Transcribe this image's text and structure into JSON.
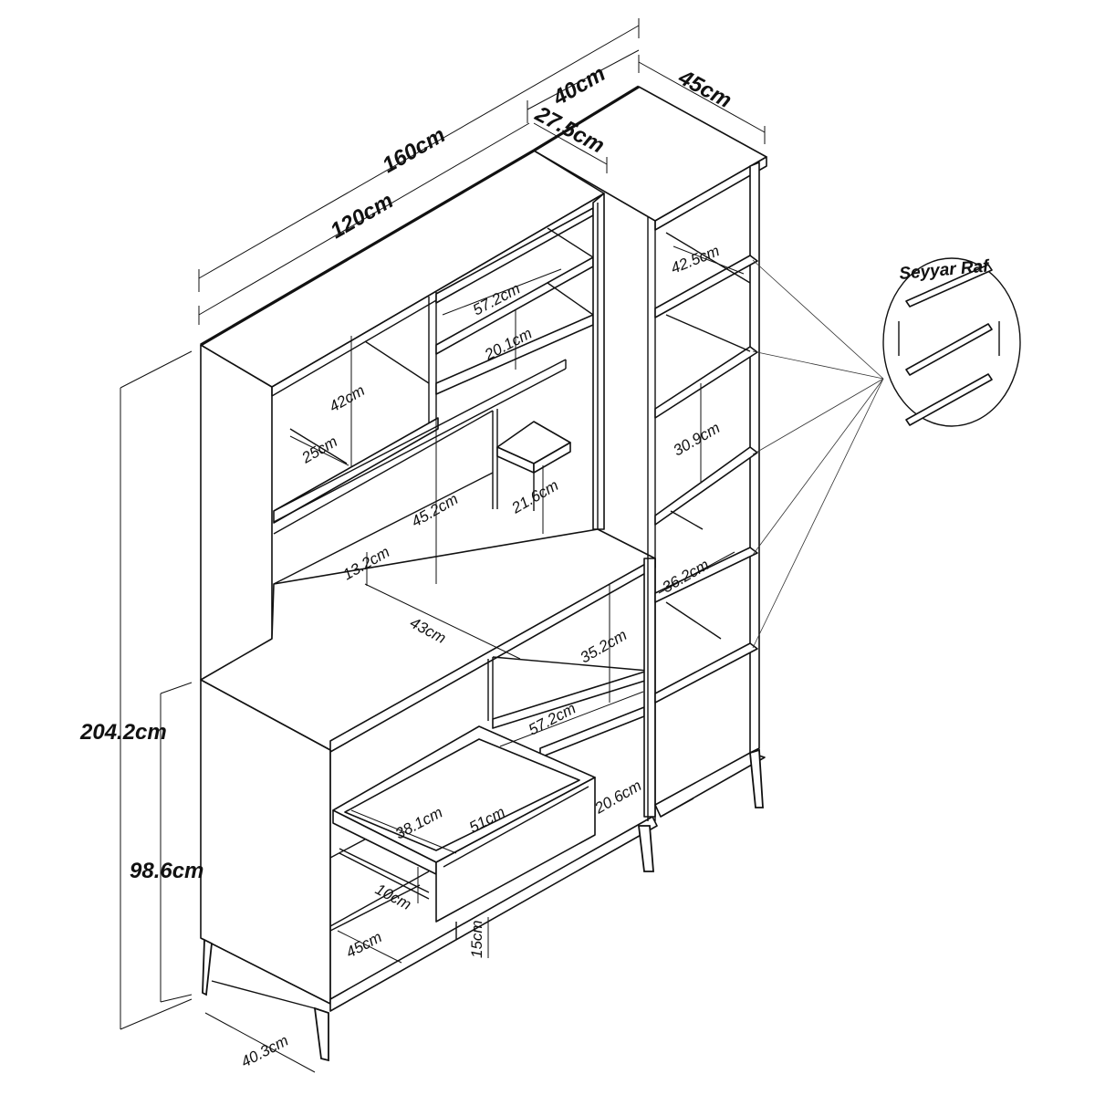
{
  "dimensions": {
    "total_width": "160cm",
    "main_width": "120cm",
    "tower_width": "40cm",
    "upper_depth": "27.5cm",
    "tower_depth": "45cm",
    "total_height": "204.2cm",
    "lower_height": "98.6cm",
    "base_depth": "40.3cm",
    "tower_shelf_top": "42.5cm",
    "tower_shelf_mid": "30.9cm",
    "tower_shelf_low": "36.2cm",
    "upper_shelf_width": "57.2cm",
    "upper_shelf_height": "20.1cm",
    "left_compartment_height": "42cm",
    "left_compartment_depth": "25cm",
    "desk_opening_height": "45.2cm",
    "small_shelf_height": "21.6cm",
    "rail_height": "13.2cm",
    "desk_depth": "43cm",
    "right_compartment_height": "35.2cm",
    "lower_shelf_width": "57.2cm",
    "lower_shelf_height": "20.6cm",
    "drawer_depth": "38.1cm",
    "drawer_width": "51cm",
    "drawer_height": "10cm",
    "bottom_depth": "45cm",
    "leg_height": "15cm"
  },
  "inset": {
    "label": "Seyyar Raf"
  }
}
